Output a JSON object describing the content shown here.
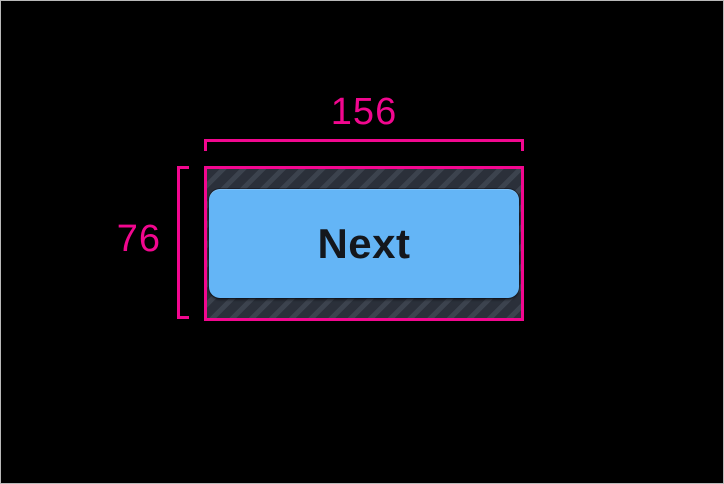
{
  "diagram": {
    "kind": "touch-target-size-annotation"
  },
  "measurements": {
    "width_value": "156",
    "height_value": "76"
  },
  "button": {
    "label": "Next"
  },
  "colors": {
    "annotation-pink": "#f2078f",
    "canvas-bg": "#000000",
    "frame-border": "#b9b9b9",
    "hatch-dark": "#2b303a",
    "hatch-light": "#3c434e",
    "button-blue": "#64b5f6",
    "button-text": "#14171c"
  }
}
